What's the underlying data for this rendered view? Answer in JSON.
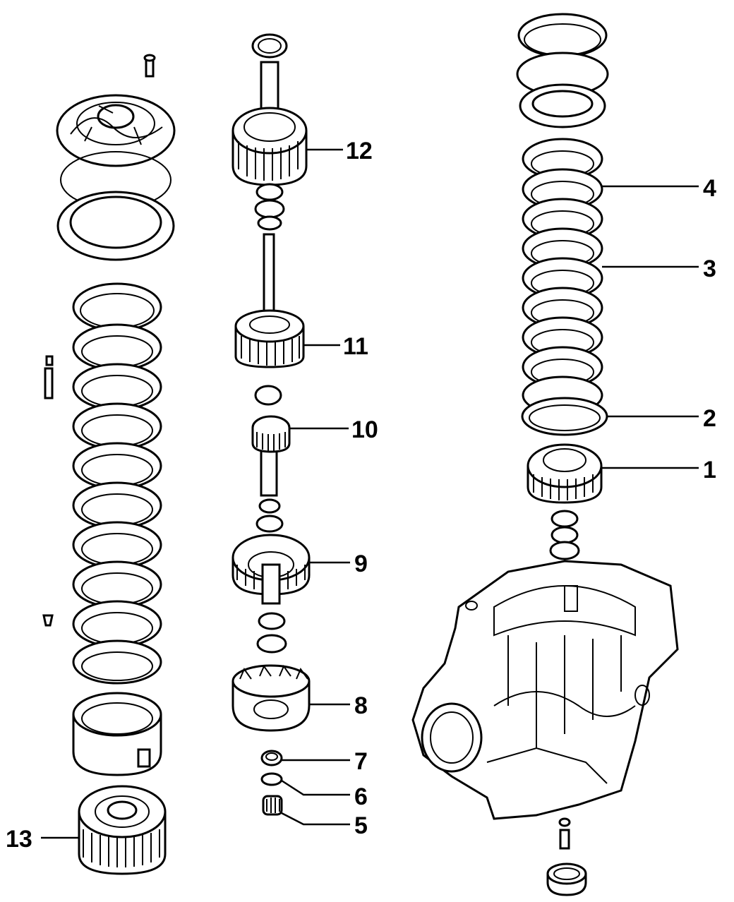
{
  "diagram": {
    "callouts": [
      {
        "id": "1",
        "label": "1"
      },
      {
        "id": "2",
        "label": "2"
      },
      {
        "id": "3",
        "label": "3"
      },
      {
        "id": "4",
        "label": "4"
      },
      {
        "id": "5",
        "label": "5"
      },
      {
        "id": "6",
        "label": "6"
      },
      {
        "id": "7",
        "label": "7"
      },
      {
        "id": "8",
        "label": "8"
      },
      {
        "id": "9",
        "label": "9"
      },
      {
        "id": "10",
        "label": "10"
      },
      {
        "id": "11",
        "label": "11"
      },
      {
        "id": "12",
        "label": "12"
      },
      {
        "id": "13",
        "label": "13"
      }
    ]
  }
}
